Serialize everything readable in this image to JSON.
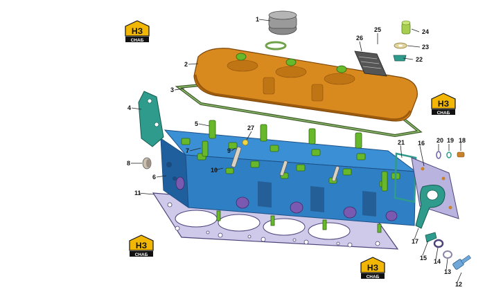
{
  "logos": [
    {
      "id": "logo-top-left",
      "mark": "НЗ",
      "caption": "СНАБ"
    },
    {
      "id": "logo-right",
      "mark": "НЗ",
      "caption": "СНАБ"
    },
    {
      "id": "logo-bottom-left",
      "mark": "НЗ",
      "caption": "СНАБ"
    },
    {
      "id": "logo-bottom-center",
      "mark": "НЗ",
      "caption": "СНАБ"
    }
  ],
  "callouts": [
    "1",
    "2",
    "3",
    "4",
    "5",
    "6",
    "7",
    "8",
    "9",
    "10",
    "11",
    "12",
    "13",
    "14",
    "15",
    "16",
    "17",
    "18",
    "19",
    "20",
    "21",
    "22",
    "23",
    "24",
    "25",
    "26",
    "27"
  ],
  "colors": {
    "cover": "#d98a1f",
    "cover_dark": "#9c5a0c",
    "gasket": "#cfc9ea",
    "gasket_edge": "#4b4378",
    "block": "#2f7fc4",
    "block_dark": "#1d4f85",
    "bolt": "#67b92b",
    "plate": "#2f9b8c",
    "logo_yellow": "#f2b705",
    "logo_black": "#111111"
  }
}
